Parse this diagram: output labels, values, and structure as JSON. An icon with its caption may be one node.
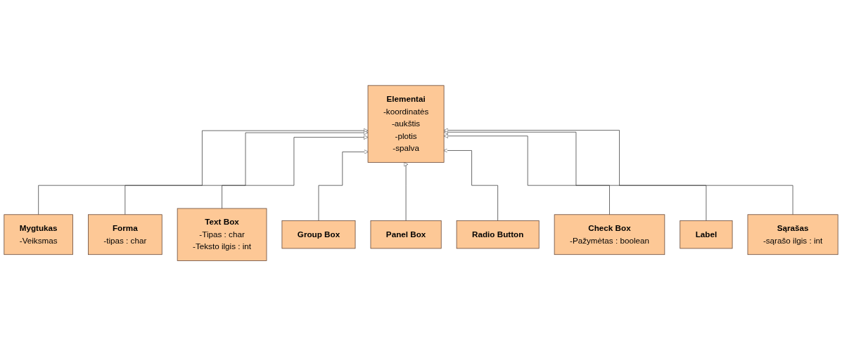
{
  "diagram": {
    "nodes": [
      {
        "text": [
          "Elementai",
          "-koordinatės",
          "-aukštis",
          "-plotis",
          "-spalva"
        ]
      },
      {
        "text": [
          "Mygtukas",
          "-Veiksmas"
        ]
      },
      {
        "text": [
          "Forma",
          "-tipas : char"
        ]
      },
      {
        "text": [
          "Text Box",
          "-Tipas : char",
          "-Teksto ilgis : int"
        ]
      },
      {
        "text": [
          "Check Box",
          "-Pažymėtas : boolean"
        ]
      },
      {
        "text": [
          "Label"
        ]
      },
      {
        "text": [
          "Sąrašas",
          "-sąrašo ilgis : int"
        ]
      },
      {
        "text": [
          "Group Box"
        ]
      },
      {
        "text": [
          "Panel Box"
        ]
      },
      {
        "text": [
          "Radio Button"
        ]
      }
    ],
    "edges": [
      {
        "from": 1,
        "to": 0,
        "arrow": "to"
      },
      {
        "from": 2,
        "to": 0,
        "arrow": "to"
      },
      {
        "from": 3,
        "to": 0,
        "arrow": "to"
      },
      {
        "from": 7,
        "to": 0,
        "arrow": "to"
      },
      {
        "from": 8,
        "to": 0,
        "arrow": "to"
      },
      {
        "from": 9,
        "to": 0,
        "arrow": "to"
      },
      {
        "from": 4,
        "to": 0,
        "arrow": "to"
      },
      {
        "from": 5,
        "to": 0,
        "arrow": "to"
      },
      {
        "from": 6,
        "to": 0,
        "arrow": "to"
      }
    ]
  }
}
